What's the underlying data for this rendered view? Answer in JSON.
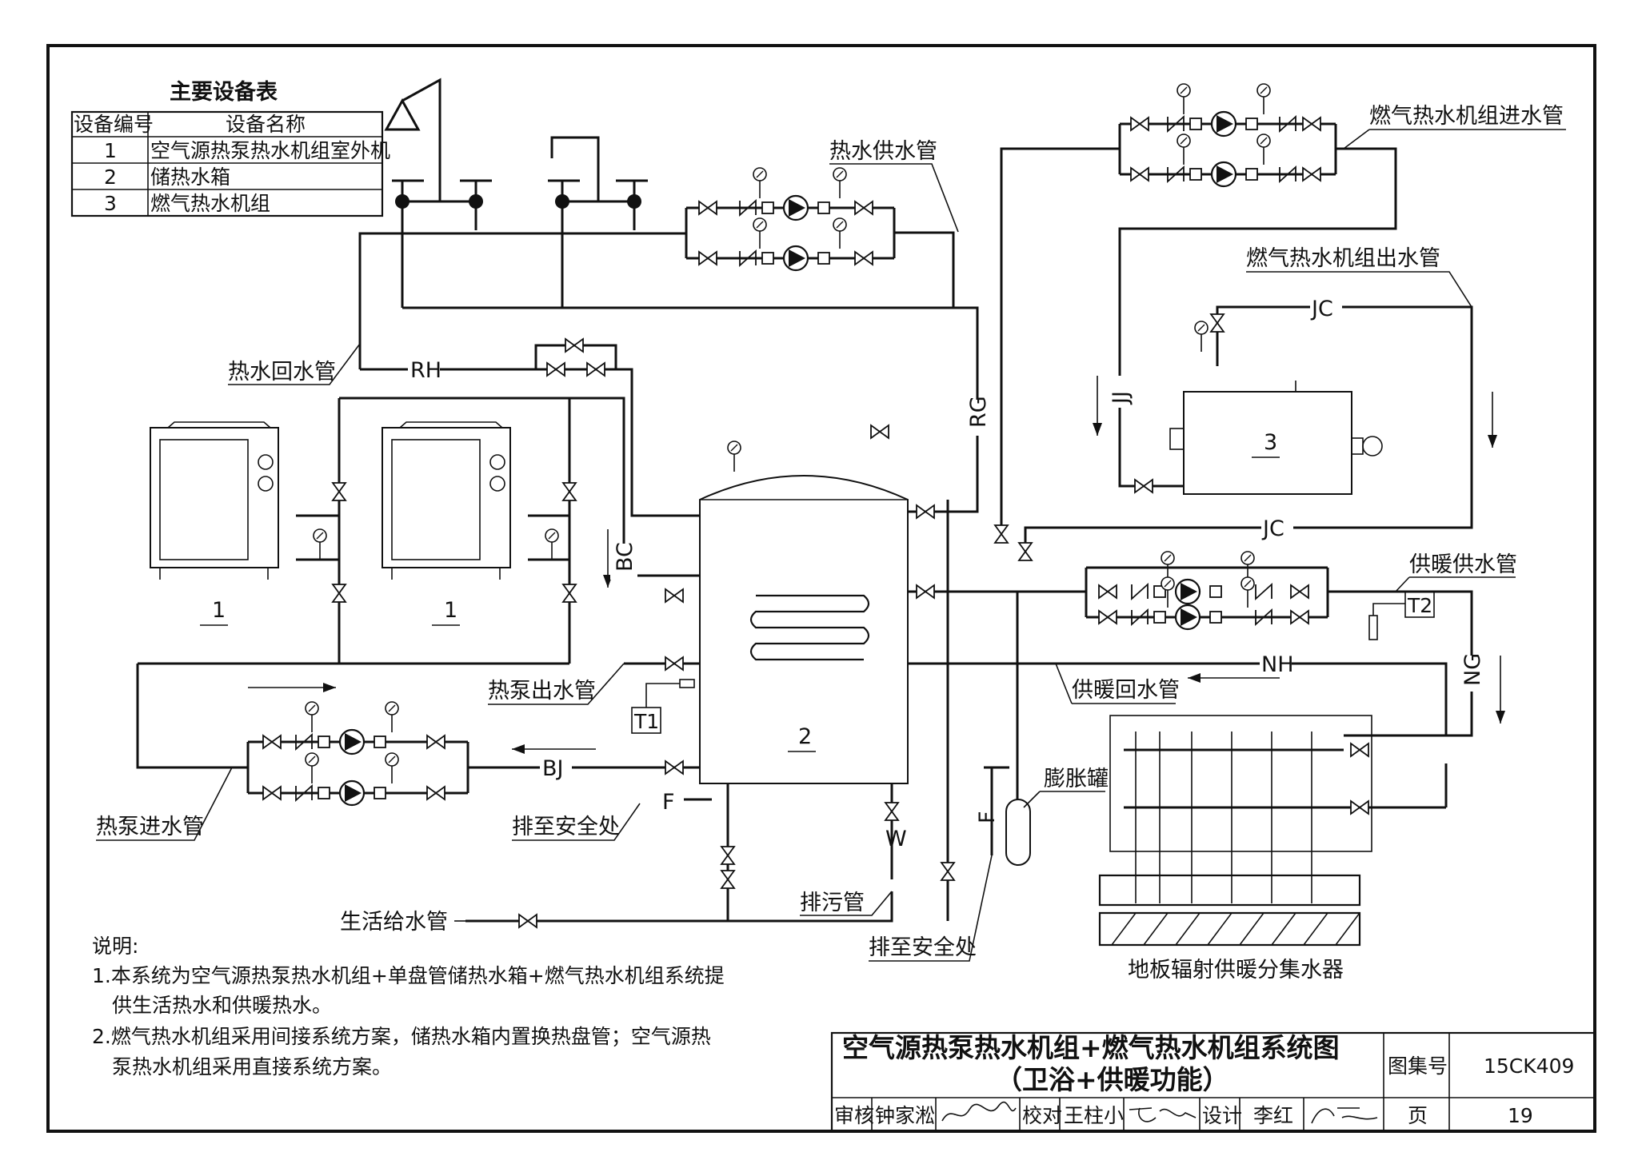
{
  "equipment_table": {
    "title": "主要设备表",
    "col_no": "设备编号",
    "col_name": "设备名称",
    "rows": [
      {
        "no": "1",
        "name": "空气源热泵热水机组室外机"
      },
      {
        "no": "2",
        "name": "储热水箱"
      },
      {
        "no": "3",
        "name": "燃气热水机组"
      }
    ]
  },
  "labels": {
    "hot_supply": "热水供水管",
    "hot_return": "热水回水管",
    "gas_in": "燃气热水机组进水管",
    "gas_out": "燃气热水机组出水管",
    "hp_out": "热泵出水管",
    "hp_in": "热泵进水管",
    "heat_supply": "供暖供水管",
    "heat_return": "供暖回水管",
    "drain_safe_1": "排至安全处",
    "drain_safe_2": "排至安全处",
    "sewage": "排污管",
    "domestic": "生活给水管",
    "expansion": "膨胀罐",
    "manifold": "地板辐射供暖分集水器"
  },
  "codes": {
    "rh": "RH",
    "rg": "RG",
    "bc": "BC",
    "bj": "BJ",
    "jj": "JJ",
    "jc_top": "JC",
    "jc_bottom": "JC",
    "ng": "NG",
    "nh": "NH",
    "f1": "F",
    "f2": "F",
    "w": "W",
    "t1": "T1",
    "t2": "T2"
  },
  "equipment_tags": {
    "hp1": "1",
    "hp2": "1",
    "tank": "2",
    "boiler": "3"
  },
  "notes": {
    "heading": "说明:",
    "n1_l1": "1.本系统为空气源热泵热水机组+单盘管储热水箱+燃气热水机组系统提",
    "n1_l2": "供生活热水和供暖热水。",
    "n2_l1": "2.燃气热水机组采用间接系统方案，储热水箱内置换热盘管；空气源热",
    "n2_l2": "泵热水机组采用直接系统方案。"
  },
  "title_block": {
    "title_l1": "空气源热泵热水机组+燃气热水机组系统图",
    "title_l2": "（卫浴+供暖功能）",
    "atlas_label": "图集号",
    "atlas_no": "15CK409",
    "review_label": "审核",
    "reviewer": "钟家淞",
    "check_label": "校对",
    "checker": "王柱小",
    "design_label": "设计",
    "designer": "李红",
    "page_label": "页",
    "page_no": "19"
  },
  "colors": {
    "ink": "#111111",
    "paper": "#ffffff"
  }
}
